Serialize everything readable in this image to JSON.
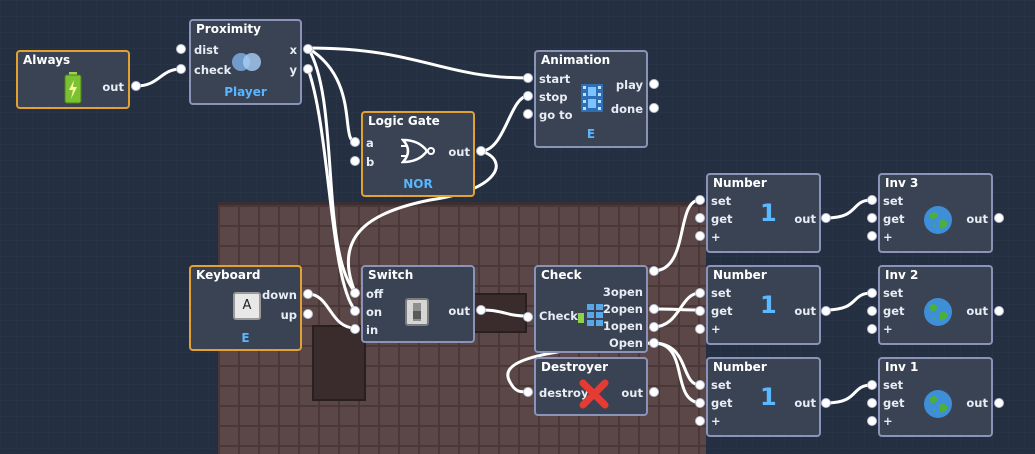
{
  "colors": {
    "background": "#243041",
    "node_fill": "#3a4354",
    "node_border": "#8b93b8",
    "event_border": "#e3a132",
    "accent_text": "#58b6ff",
    "wire": "#ffffff",
    "floor": "#5b4747"
  },
  "nodes": {
    "always": {
      "title": "Always",
      "out": "out",
      "icon": "battery-icon"
    },
    "proximity": {
      "title": "Proximity",
      "dist": "dist",
      "check": "check",
      "x": "x",
      "y": "y",
      "target": "Player",
      "icon": "overlap-circles-icon"
    },
    "animation": {
      "title": "Animation",
      "start": "start",
      "stop": "stop",
      "goto": "go to",
      "play": "play",
      "done": "done",
      "target": "E",
      "icon": "film-icon"
    },
    "logic": {
      "title": "Logic Gate",
      "a": "a",
      "b": "b",
      "out": "out",
      "mode": "NOR",
      "icon": "nor-gate-icon"
    },
    "keyboard": {
      "title": "Keyboard",
      "down": "down",
      "up": "up",
      "key": "A",
      "target": "E",
      "icon": "key-icon"
    },
    "switch": {
      "title": "Switch",
      "off": "off",
      "on": "on",
      "in": "in",
      "out": "out",
      "icon": "toggle-switch-icon"
    },
    "check": {
      "title": "Check",
      "check": "Check",
      "o3": "3open",
      "o2": "2open",
      "o1": "1open",
      "open": "Open",
      "icon": "grid-icon"
    },
    "destroyer": {
      "title": "Destroyer",
      "destroy": "destroy",
      "out": "out",
      "icon": "red-x-icon"
    },
    "numbers": [
      {
        "title": "Number",
        "set": "set",
        "get": "get",
        "plus": "+",
        "value": "1",
        "out": "out"
      },
      {
        "title": "Number",
        "set": "set",
        "get": "get",
        "plus": "+",
        "value": "1",
        "out": "out"
      },
      {
        "title": "Number",
        "set": "set",
        "get": "get",
        "plus": "+",
        "value": "1",
        "out": "out"
      }
    ],
    "invs": [
      {
        "title": "Inv 3",
        "set": "set",
        "get": "get",
        "plus": "+",
        "out": "out",
        "icon": "globe-icon"
      },
      {
        "title": "Inv 2",
        "set": "set",
        "get": "get",
        "plus": "+",
        "out": "out",
        "icon": "globe-icon"
      },
      {
        "title": "Inv 1",
        "set": "set",
        "get": "get",
        "plus": "+",
        "out": "out",
        "icon": "globe-icon"
      }
    ]
  }
}
